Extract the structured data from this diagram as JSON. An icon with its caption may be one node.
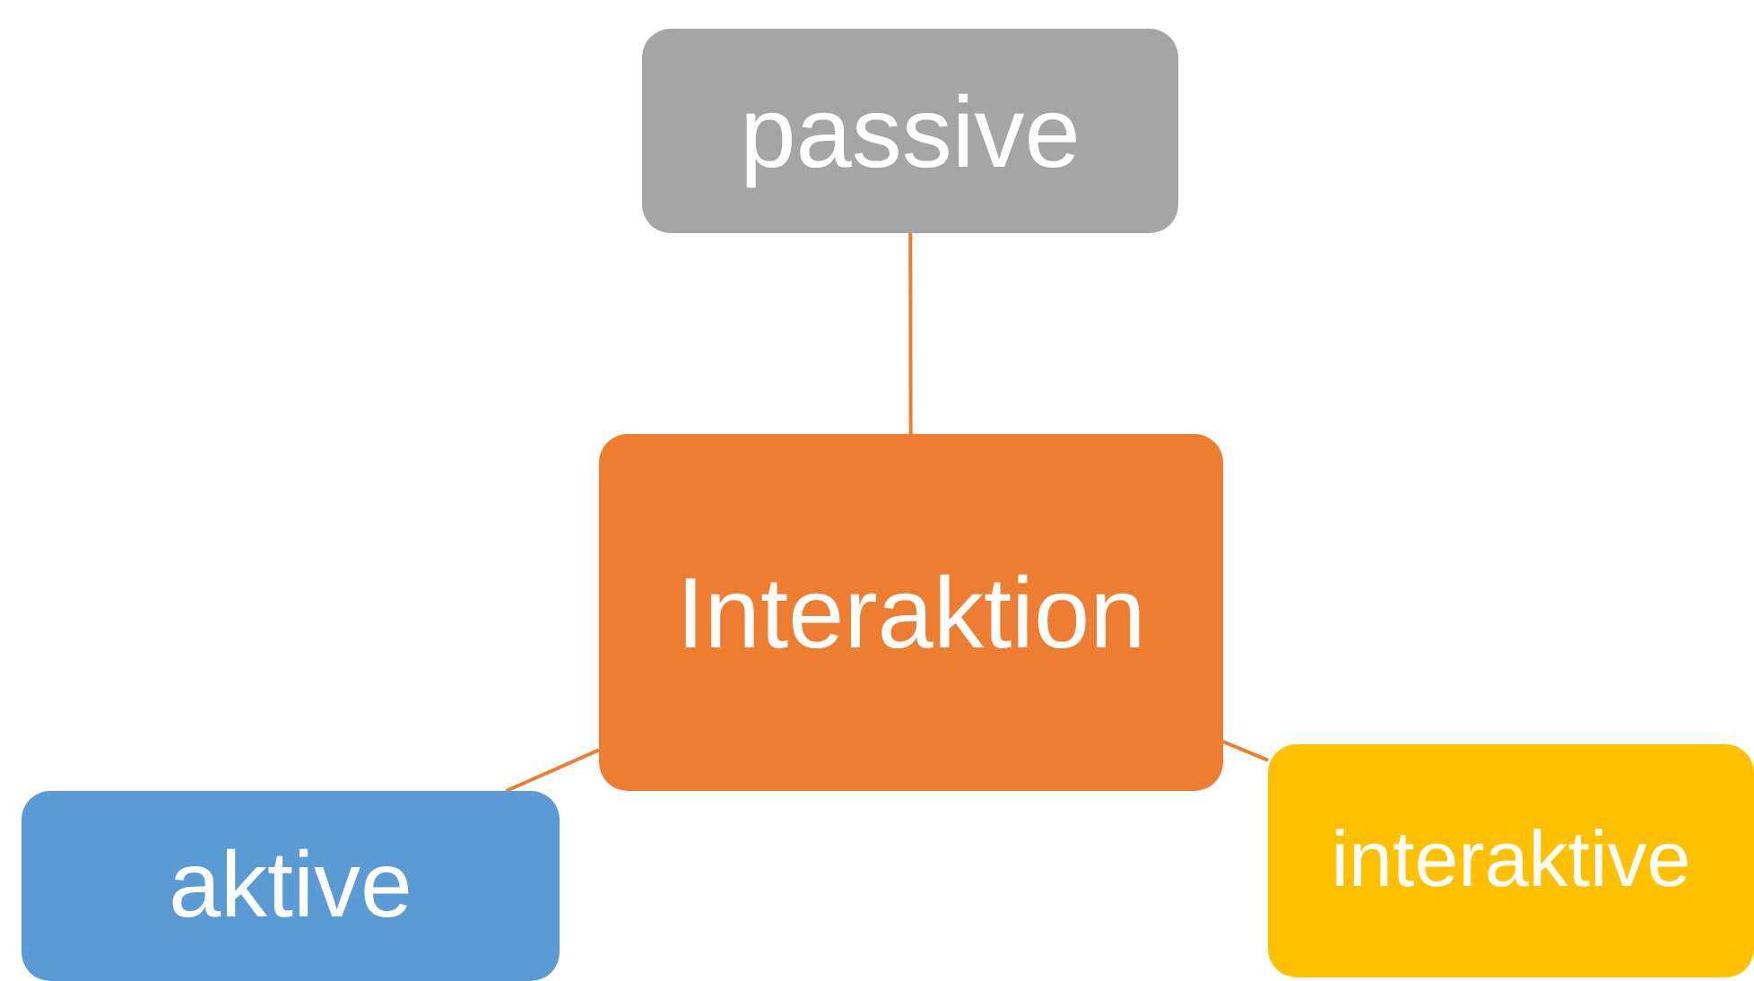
{
  "diagram": {
    "nodes": [
      {
        "text": [
          "passive"
        ]
      },
      {
        "text": [
          "Interaktion"
        ]
      },
      {
        "text": [
          "aktive"
        ]
      },
      {
        "text": [
          "interaktive"
        ]
      }
    ],
    "edges": [
      {
        "from": 1,
        "to": 0,
        "arrow": "none"
      },
      {
        "from": 1,
        "to": 2,
        "arrow": "none"
      },
      {
        "from": 1,
        "to": 3,
        "arrow": "none"
      }
    ]
  }
}
